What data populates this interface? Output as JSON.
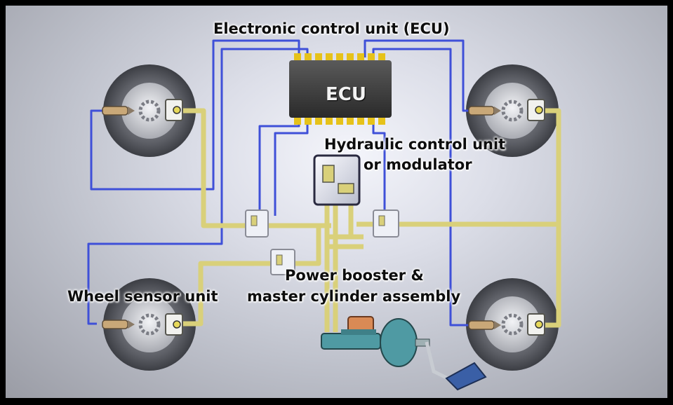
{
  "labels": {
    "ecu_title": "Electronic control unit (ECU)",
    "ecu_chip": "ECU",
    "hydraulic_line1": "Hydraulic control unit",
    "hydraulic_line2": "or modulator",
    "booster_line1": "Power booster &",
    "booster_line2": "master cylinder assembly",
    "wheel_sensor": "Wheel sensor unit"
  },
  "colors": {
    "signal_wire": "#3f50d8",
    "brake_line": "#d9d07a",
    "ecu_chip": "#3a3a3a",
    "ecu_pins": "#e6c21a",
    "booster": "#4f9aa3",
    "reservoir": "#d98a55",
    "frame": "#000000"
  }
}
